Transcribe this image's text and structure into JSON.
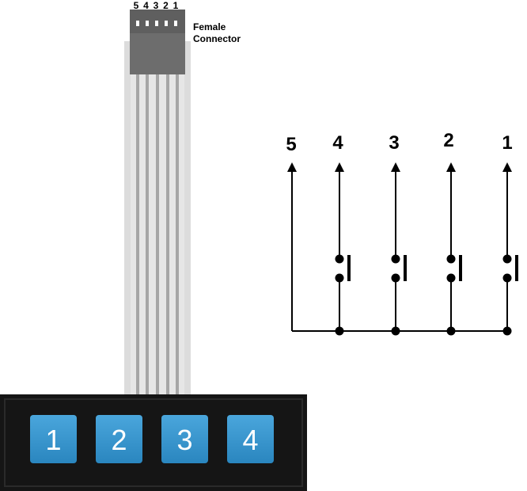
{
  "connector": {
    "pin_labels": [
      "5",
      "4",
      "3",
      "2",
      "1"
    ],
    "label_line1": "Female",
    "label_line2": "Connector",
    "body_color": "#6b6b6b",
    "ribbon_color": "#d9d9d9",
    "trace_color": "#a6a6a6"
  },
  "keypad": {
    "keys": [
      "1",
      "2",
      "3",
      "4"
    ],
    "key_color": "#2f8fc6",
    "panel_color": "#141414"
  },
  "schematic": {
    "terminal_labels": [
      "5",
      "4",
      "3",
      "2",
      "1"
    ],
    "line_color": "#000000",
    "switch_count": 4
  }
}
